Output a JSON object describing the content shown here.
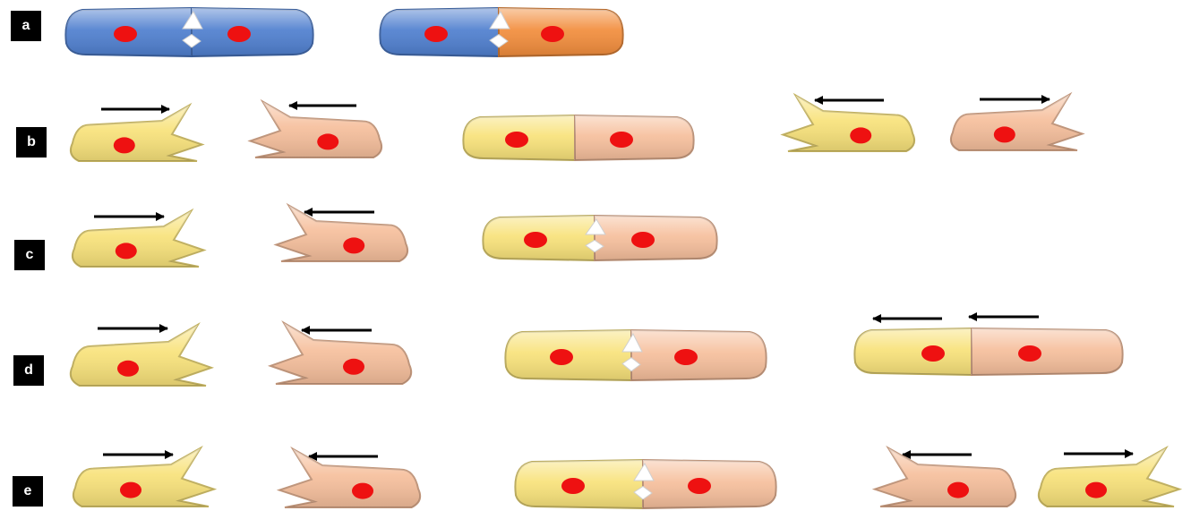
{
  "colors": {
    "blue_cell": "#4f7fcf",
    "orange_cell": "#f28d3c",
    "yellow_cell": "#f8e27a",
    "peach_cell": "#f6bf9c",
    "nucleus": "#ee1111",
    "arrow": "#000000",
    "label_bg": "#000000",
    "label_text": "#ffffff"
  },
  "rows": [
    {
      "label": "a"
    },
    {
      "label": "b"
    },
    {
      "label": "c"
    },
    {
      "label": "d"
    },
    {
      "label": "e"
    }
  ]
}
